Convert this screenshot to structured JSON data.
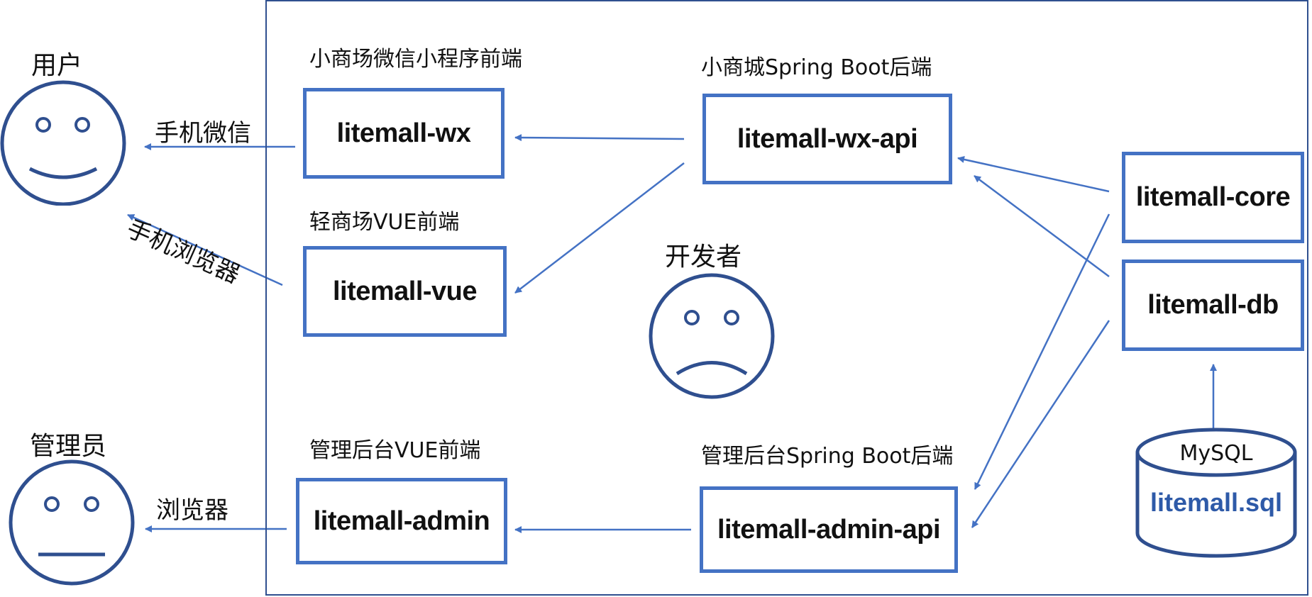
{
  "actors": {
    "user": "用户",
    "admin": "管理员",
    "developer": "开发者"
  },
  "channels": {
    "wechat": "手机微信",
    "mobile_browser": "手机浏览器",
    "browser": "浏览器"
  },
  "modules": {
    "wx": {
      "caption": "小商场微信小程序前端",
      "name": "litemall-wx"
    },
    "wx_api": {
      "caption": "小商城Spring Boot后端",
      "name": "litemall-wx-api"
    },
    "vue": {
      "caption": "轻商场VUE前端",
      "name": "litemall-vue"
    },
    "core": {
      "name": "litemall-core"
    },
    "db": {
      "name": "litemall-db"
    },
    "admin": {
      "caption": "管理后台VUE前端",
      "name": "litemall-admin"
    },
    "admin_api": {
      "caption": "管理后台Spring Boot后端",
      "name": "litemall-admin-api"
    }
  },
  "database": {
    "engine": "MySQL",
    "file": "litemall.sql"
  },
  "colors": {
    "box_border": "#4472c4",
    "arrow": "#4472c4",
    "frame": "#2f4f8f",
    "face": "#2f4f8f",
    "sql_text": "#2e5aa8"
  }
}
